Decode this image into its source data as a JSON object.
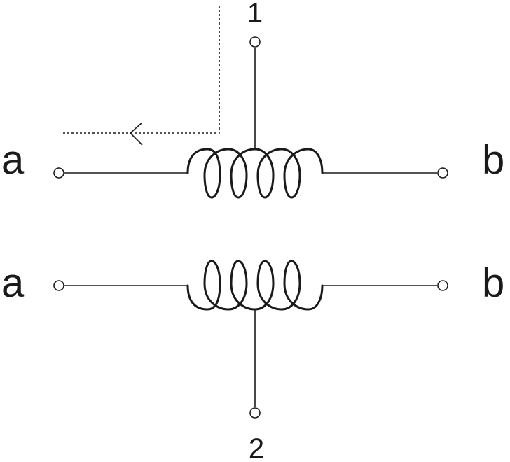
{
  "labels": {
    "top_left": "a",
    "top_right": "b",
    "bottom_left": "a",
    "bottom_right": "b",
    "terminal_top": "1",
    "terminal_bottom": "2"
  },
  "colors": {
    "line": "#1a1a1a",
    "background": "#ffffff"
  }
}
